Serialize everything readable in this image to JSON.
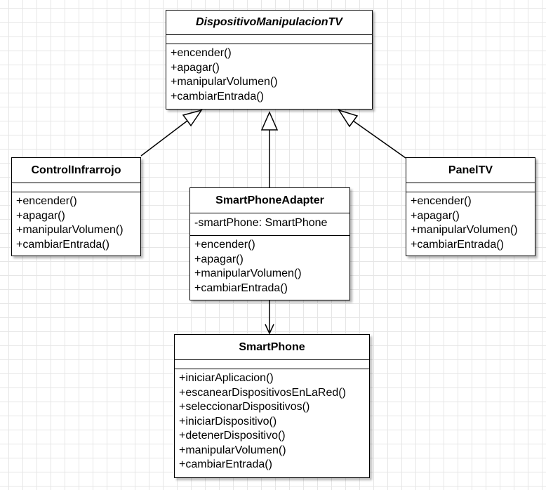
{
  "classes": {
    "dispositivo": {
      "name": "DispositivoManipulacionTV",
      "operations": [
        "+encender()",
        "+apagar()",
        "+manipularVolumen()",
        "+cambiarEntrada()"
      ]
    },
    "control": {
      "name": "ControlInfrarrojo",
      "operations": [
        "+encender()",
        "+apagar()",
        "+manipularVolumen()",
        "+cambiarEntrada()"
      ]
    },
    "adapter": {
      "name": "SmartPhoneAdapter",
      "attributes": [
        "-smartPhone: SmartPhone"
      ],
      "operations": [
        "+encender()",
        "+apagar()",
        "+manipularVolumen()",
        "+cambiarEntrada()"
      ]
    },
    "panel": {
      "name": "PanelTV",
      "operations": [
        "+encender()",
        "+apagar()",
        "+manipularVolumen()",
        "+cambiarEntrada()"
      ]
    },
    "smartphone": {
      "name": "SmartPhone",
      "operations": [
        "+iniciarAplicacion()",
        "+escanearDispositivosEnLaRed()",
        "+seleccionarDispositivos()",
        "+iniciarDispositivo()",
        "+detenerDispositivo()",
        "+manipularVolumen()",
        "+cambiarEntrada()"
      ]
    }
  },
  "relationships": [
    {
      "from": "ControlInfrarrojo",
      "to": "DispositivoManipulacionTV",
      "type": "realization"
    },
    {
      "from": "SmartPhoneAdapter",
      "to": "DispositivoManipulacionTV",
      "type": "realization"
    },
    {
      "from": "PanelTV",
      "to": "DispositivoManipulacionTV",
      "type": "realization"
    },
    {
      "from": "SmartPhoneAdapter",
      "to": "SmartPhone",
      "type": "association"
    }
  ]
}
